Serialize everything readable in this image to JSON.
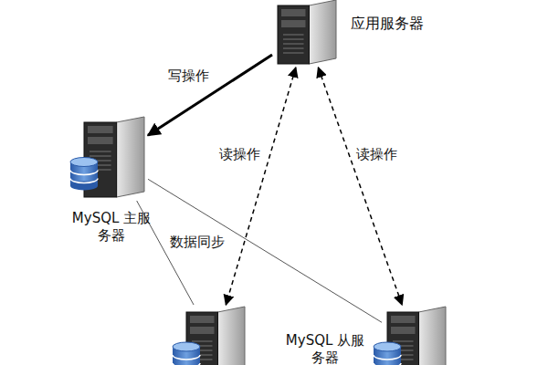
{
  "diagram": {
    "nodes": [
      {
        "text": [
          "应用服务器"
        ]
      },
      {
        "text": [
          "MySQL 主服务器"
        ]
      },
      {
        "text": []
      },
      {
        "text": [
          "MySQL 从服务器"
        ]
      }
    ],
    "edges": [
      {
        "from": 0,
        "to": 1,
        "arrow": "to",
        "label": "写操作"
      },
      {
        "from": 0,
        "to": 2,
        "arrow": "both",
        "label": "读操作"
      },
      {
        "from": 0,
        "to": 3,
        "arrow": "both",
        "label": "读操作"
      },
      {
        "from": 1,
        "to": 2,
        "arrow": "none",
        "label": "数据同步"
      },
      {
        "from": 1,
        "to": 3,
        "arrow": "none"
      }
    ]
  }
}
